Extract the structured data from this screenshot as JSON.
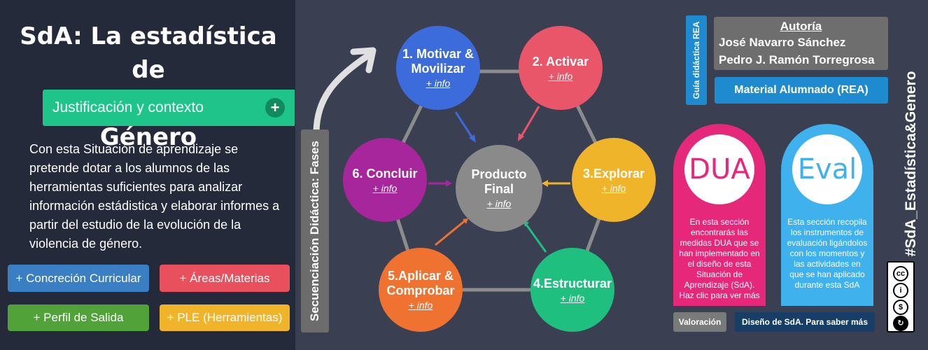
{
  "left": {
    "title_line1": "SdA: La estadística de",
    "title_line2": "la Violencia de Género",
    "justificacion": "Justificación y contexto",
    "plus_symbol": "+",
    "description": "Con esta Situación de aprendizaje se pretende dotar a los alumnos de las herramientas suficientes para analizar información estádistica y elaborar informes a partir del estudio de la evolución de la violencia de género.",
    "buttons": {
      "concrecion": "+ Concreción Curricular",
      "areas": "+ Áreas/Materias",
      "perfil": "+ Perfil de Salida",
      "ple": "+ PLE (Herramientas)"
    }
  },
  "secuencia_label": "Secuenciación Didáctica: Fases",
  "phases": [
    {
      "title_l1": "1. Motivar &",
      "title_l2": "Movilizar",
      "info": "+ info",
      "color": "#3c6bdc"
    },
    {
      "title_l1": "2. Activar",
      "title_l2": "",
      "info": "+ info",
      "color": "#e9566a"
    },
    {
      "title_l1": "3.Explorar",
      "title_l2": "",
      "info": "+ info",
      "color": "#f0b42b"
    },
    {
      "title_l1": "4.Estructurar",
      "title_l2": "",
      "info": "+ info",
      "color": "#1fbf80"
    },
    {
      "title_l1": "5.Aplicar &",
      "title_l2": "Comprobar",
      "info": "+ info",
      "color": "#ef7230"
    },
    {
      "title_l1": "6.  Concluir",
      "title_l2": "",
      "info": "+ info",
      "color": "#a8269b"
    }
  ],
  "center": {
    "title_l1": "Producto",
    "title_l2": "Final",
    "info": "+ info"
  },
  "guia_label": "Guía didáctica REA",
  "autoria": {
    "heading": "Autoría",
    "author1": "José Navarro Sánchez",
    "author2": "Pedro J. Ramón Torregrosa"
  },
  "material_alumnado": "Material Alumnado (REA)",
  "dua": {
    "label": "DUA",
    "text": "En esta sección encontrarás las medidas DUA que se han implementado en el diseño de esta Situación de Aprendizaje (SdA). Haz clic para ver más"
  },
  "eval": {
    "label": "Eval",
    "text": "Esta sección recopila los instrumentos de evaluación ligándolos con los momentos y las actividades en que se han aplicado durante esta SdA"
  },
  "valoracion": "Valoración",
  "diseno": "Diseño de SdA. Para saber más",
  "hashtag": "#SdA_Estadística&Genero",
  "license": {
    "icons": [
      "cc-icon",
      "by-icon",
      "nc-icon",
      "sa-icon"
    ]
  }
}
